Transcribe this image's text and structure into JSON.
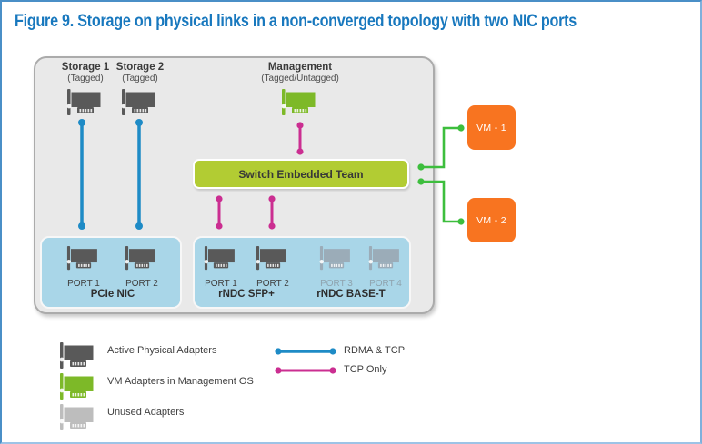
{
  "title": "Figure 9. Storage on physical links in a non-converged topology with two NIC ports",
  "diagram": {
    "adapters_top": [
      {
        "name": "Storage 1",
        "tag": "(Tagged)",
        "type": "active"
      },
      {
        "name": "Storage 2",
        "tag": "(Tagged)",
        "type": "active"
      },
      {
        "name": "Management",
        "tag": "(Tagged/Untagged)",
        "type": "vm"
      }
    ],
    "switch_label": "Switch Embedded Team",
    "nic_groups": [
      {
        "label": "PCIe NIC",
        "state": "active",
        "ports": [
          {
            "label": "PORT 1"
          },
          {
            "label": "PORT 2"
          }
        ]
      },
      {
        "label": "rNDC SFP+",
        "state": "active",
        "ports": [
          {
            "label": "PORT 1"
          },
          {
            "label": "PORT 2"
          }
        ]
      },
      {
        "label": "rNDC BASE-T",
        "state": "unused",
        "ports": [
          {
            "label": "PORT 3"
          },
          {
            "label": "PORT 4"
          }
        ]
      }
    ],
    "vms": [
      {
        "label": "VM - 1"
      },
      {
        "label": "VM - 2"
      }
    ],
    "links": [
      {
        "from": "Storage 1",
        "to": "PCIe NIC PORT 1",
        "type": "RDMA & TCP"
      },
      {
        "from": "Storage 2",
        "to": "PCIe NIC PORT 2",
        "type": "RDMA & TCP"
      },
      {
        "from": "Management",
        "to": "Switch Embedded Team",
        "type": "TCP Only"
      },
      {
        "from": "Switch Embedded Team",
        "to": "rNDC SFP+ PORT 1",
        "type": "TCP Only"
      },
      {
        "from": "Switch Embedded Team",
        "to": "rNDC SFP+ PORT 2",
        "type": "TCP Only"
      },
      {
        "from": "Switch Embedded Team",
        "to": "VM - 1",
        "type": "vm-link"
      },
      {
        "from": "Switch Embedded Team",
        "to": "VM - 2",
        "type": "vm-link"
      }
    ]
  },
  "legend": {
    "adapter_items": [
      {
        "label": "Active Physical Adapters",
        "type": "active"
      },
      {
        "label": "VM Adapters in Management OS",
        "type": "vm"
      },
      {
        "label": "Unused Adapters",
        "type": "unused"
      }
    ],
    "line_items": [
      {
        "label": "RDMA & TCP",
        "color_key": "rdma"
      },
      {
        "label": "TCP Only",
        "color_key": "tcp"
      }
    ]
  },
  "colors": {
    "title_blue": "#1878BE",
    "frame_blue": "#4A8FC7",
    "rdma_blue": "#1E8BC6",
    "tcp_magenta": "#CB2E91",
    "vm_link_green": "#3DBE3D",
    "switch_green": "#B2CC33",
    "adapter_green": "#7DB928",
    "adapter_dark": "#595959",
    "adapter_unused_legend": "#BDBDBD",
    "adapter_unused_port": "#9BACB8",
    "vm_orange": "#F87420",
    "port_box_blue": "#A9D6E8"
  }
}
